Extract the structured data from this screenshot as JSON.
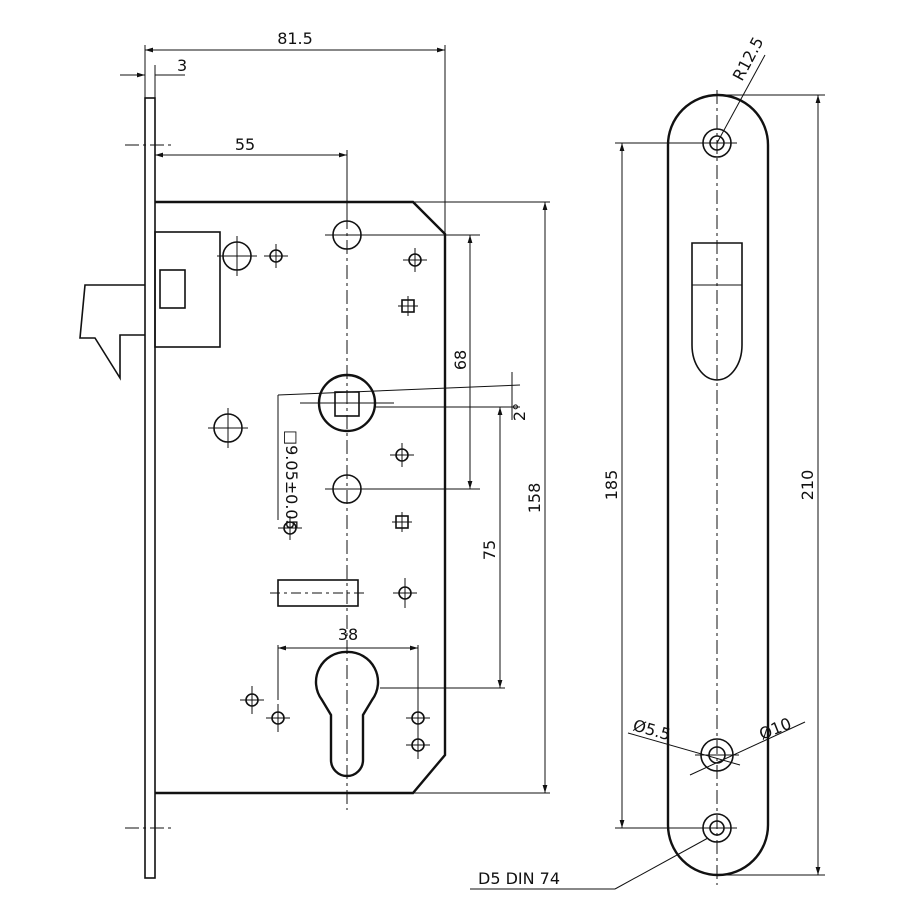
{
  "dimensions": {
    "width_total": "81.5",
    "plate_thickness": "3",
    "backset": "55",
    "handle_to_mount": "68",
    "angle": "2°",
    "spindle_square": "□9.05±0.05",
    "handle_to_cylinder": "75",
    "case_height": "158",
    "cylinder_width": "38",
    "faceplate_hole_spacing": "185",
    "faceplate_length": "210",
    "faceplate_radius": "R12.5",
    "countersink_small": "Ø5.5",
    "countersink_large": "Ø10",
    "screw_spec": "D5 DIN 74"
  }
}
